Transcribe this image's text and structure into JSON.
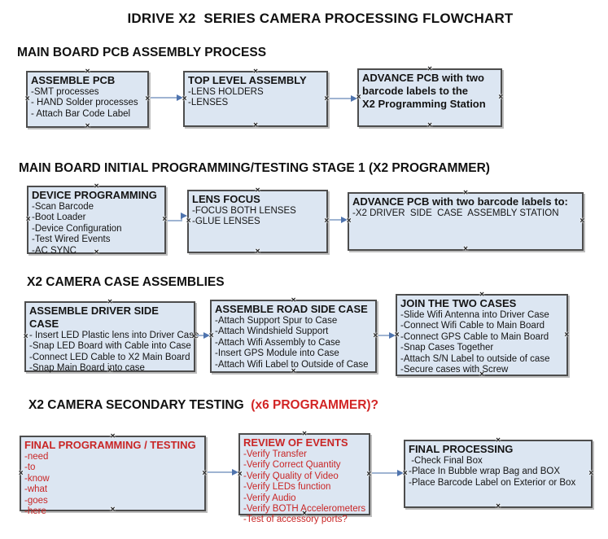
{
  "title": "IDRIVE X2  SERIES CAMERA PROCESSING FLOWCHART",
  "colors": {
    "box_fill": "#dce6f2",
    "box_border": "#4d4d4d",
    "red_text": "#d22525",
    "arrow_line": "#9fb4d2",
    "arrow_head": "#4f74ae"
  },
  "ui": {
    "handle_glyph": "×"
  },
  "sections": [
    {
      "label": "MAIN BOARD PCB ASSEMBLY PROCESS"
    },
    {
      "label": "MAIN BOARD INITIAL PROGRAMMING/TESTING STAGE 1 (X2 PROGRAMMER)"
    },
    {
      "label": "X2 CAMERA CASE ASSEMBLIES"
    },
    {
      "label_black": "X2 CAMERA SECONDARY TESTING  ",
      "label_red": "(x6 PROGRAMMER)?"
    }
  ],
  "boxes": [
    {
      "header": "ASSEMBLE PCB",
      "items": [
        "-SMT processes",
        "- HAND Solder processes",
        "- Attach Bar Code Label"
      ]
    },
    {
      "header": "TOP LEVEL ASSEMBLY",
      "items": [
        "-LENS HOLDERS",
        "-LENSES"
      ]
    },
    {
      "header": "ADVANCE PCB with two\nbarcode labels to the\n X2 Programming Station",
      "items": []
    },
    {
      "header": "DEVICE PROGRAMMING",
      "items": [
        "-Scan Barcode",
        "-Boot Loader",
        "-Device Configuration",
        "-Test Wired Events",
        "-AC SYNC"
      ]
    },
    {
      "header": "LENS FOCUS",
      "items": [
        "-FOCUS BOTH LENSES",
        "-GLUE LENSES"
      ]
    },
    {
      "header": "ADVANCE PCB with two barcode labels to:",
      "items": [
        "-X2 DRIVER  SIDE  CASE  ASSEMBLY STATION"
      ]
    },
    {
      "header": "ASSEMBLE DRIVER SIDE CASE",
      "items": [
        "- Insert LED Plastic lens into Driver Case",
        "-Snap LED Board with Cable into Case",
        "-Connect LED Cable to X2 Main Board",
        "-Snap Main Board into case"
      ]
    },
    {
      "header": "ASSEMBLE ROAD SIDE CASE",
      "items": [
        "-Attach Support Spur to Case",
        "-Attach Windshield Support",
        "-Attach Wifi Assembly to Case",
        "-Insert GPS Module into Case",
        "-Attach Wifi Label to Outside of Case"
      ]
    },
    {
      "header": "JOIN THE TWO CASES",
      "items": [
        "-Slide Wifi Antenna into Driver Case",
        "-Connect Wifi Cable to Main Board",
        "-Connect GPS Cable to Main Board",
        "-Snap Cases Together",
        "-Attach S/N Label to outside of case",
        "-Secure cases with Screw"
      ]
    },
    {
      "header": "FINAL PROGRAMMING / TESTING",
      "items": [
        "-need",
        "-to",
        "-know",
        "-what",
        "-goes",
        "-here"
      ]
    },
    {
      "header": "REVIEW OF EVENTS",
      "items": [
        "-Verify Transfer",
        "-Verify Correct Quantity",
        "-Verify Quality of Video",
        "-Verify LEDs function",
        "-Verify Audio",
        "-Verify BOTH Accelerometers",
        "-Test of accessory ports?"
      ]
    },
    {
      "header": "FINAL PROCESSING",
      "items": [
        " -Check Final Box",
        "-Place In Bubble wrap Bag and BOX",
        "-Place Barcode Label on Exterior or Box"
      ]
    }
  ]
}
